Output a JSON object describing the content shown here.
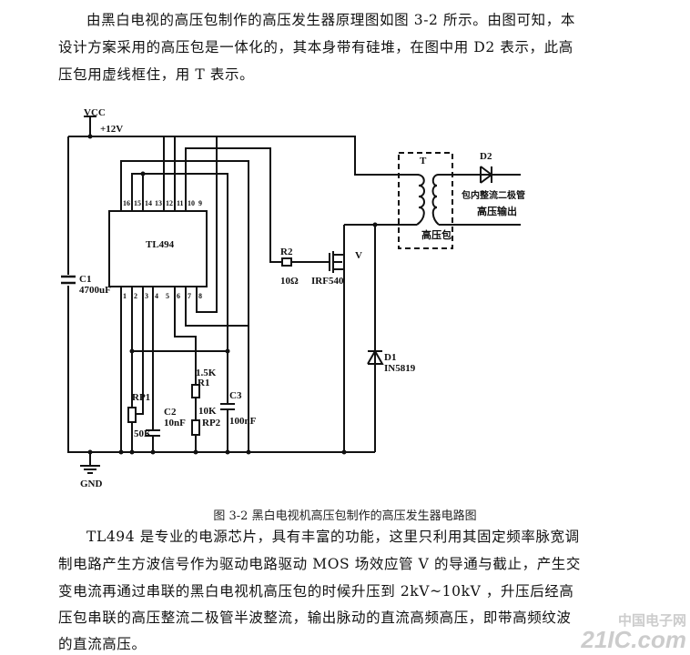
{
  "intro": [
    "由黑白电视的高压包制作的高压发生器原理图如图 3-2 所示。由图可知，本",
    "设计方案采用的高压包是一体化的，其本身带有硅堆，在图中用 D2 表示，此高",
    "压包用虚线框住，用 T 表示。"
  ],
  "circuit": {
    "vcc": "VCC",
    "v12": "+12V",
    "gnd": "GND",
    "chip": "TL494",
    "c1": "C1",
    "c1v": "4700uF",
    "r2": "R2",
    "r2v": "10Ω",
    "mos": "IRF540",
    "v": "V",
    "t": "T",
    "pack": "高压包",
    "d2": "D2",
    "d2desc": "包内整流二极管",
    "hvout": "高压输出",
    "d1": "D1",
    "d1v": "IN5819",
    "r1v": "1.5K",
    "r1": "R1",
    "rp1": "RP1",
    "rp1v": "50K",
    "c2": "C2",
    "c2v": "10nF",
    "rp2v": "10K",
    "rp2": "RP2",
    "c3": "C3",
    "c3v": "100nF",
    "top_pins": [
      "16",
      "15",
      "14",
      "13",
      "12",
      "11",
      "10",
      "9"
    ],
    "bottom_pins": [
      "1",
      "2",
      "3",
      "4",
      "5",
      "6",
      "7",
      "8"
    ]
  },
  "caption": "图 3-2  黑白电视机高压包制作的高压发生器电路图",
  "body": [
    "TL494 是专业的电源芯片，具有丰富的功能，这里只利用其固定频率脉宽调",
    "制电路产生方波信号作为驱动电路驱动 MOS 场效应管 V 的导通与截止，产生交",
    "变电流再通过串联的黑白电视机高压包的时候升压到  2kV~10kV ，升压后经高",
    "压包串联的高压整流二极管半波整流，输出脉动的直流高频高压，即带高频纹波",
    "的直流高压。"
  ],
  "watermark": [
    "中国电子网",
    "21IC.com"
  ]
}
